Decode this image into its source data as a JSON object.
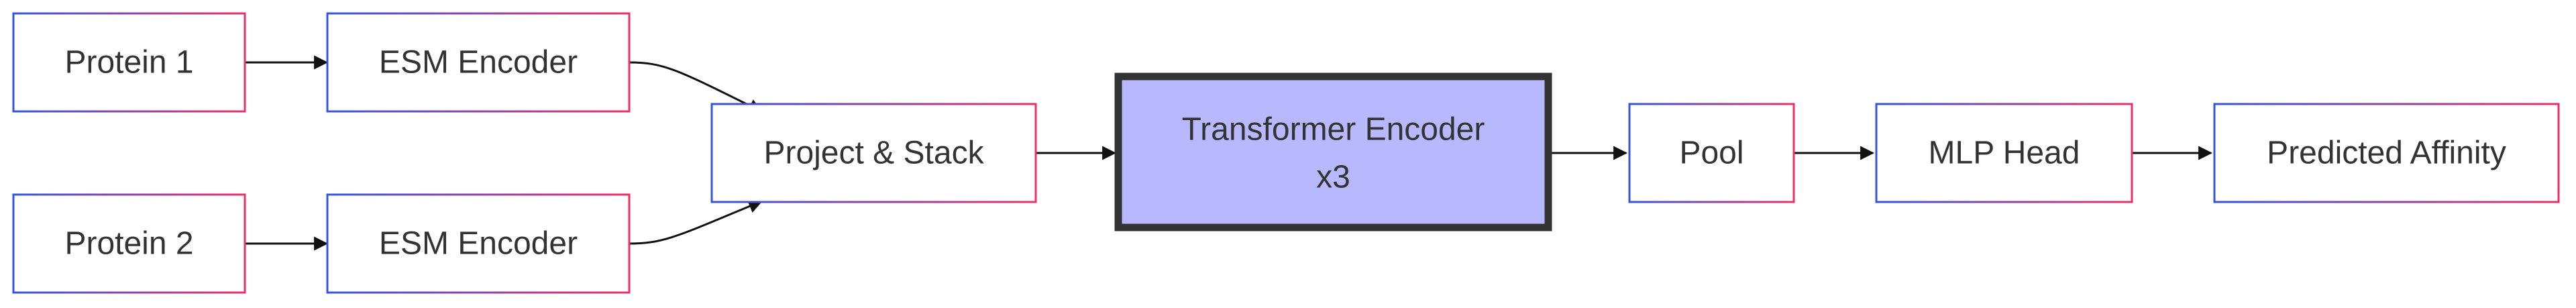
{
  "nodes": {
    "protein1": {
      "label": "Protein 1"
    },
    "esm1": {
      "label": "ESM Encoder"
    },
    "protein2": {
      "label": "Protein 2"
    },
    "esm2": {
      "label": "ESM Encoder"
    },
    "project": {
      "label": "Project & Stack"
    },
    "transformer": {
      "label_line1": "Transformer Encoder",
      "label_line2": "x3"
    },
    "pool": {
      "label": "Pool"
    },
    "mlp": {
      "label": "MLP Head"
    },
    "predicted": {
      "label": "Predicted Affinity"
    }
  },
  "colors": {
    "node_border_start": "#3355dd",
    "node_border_end": "#e8306a",
    "transformer_fill": "#b8b8ff",
    "transformer_border": "#333333",
    "edge": "#111111",
    "text": "#333333"
  }
}
